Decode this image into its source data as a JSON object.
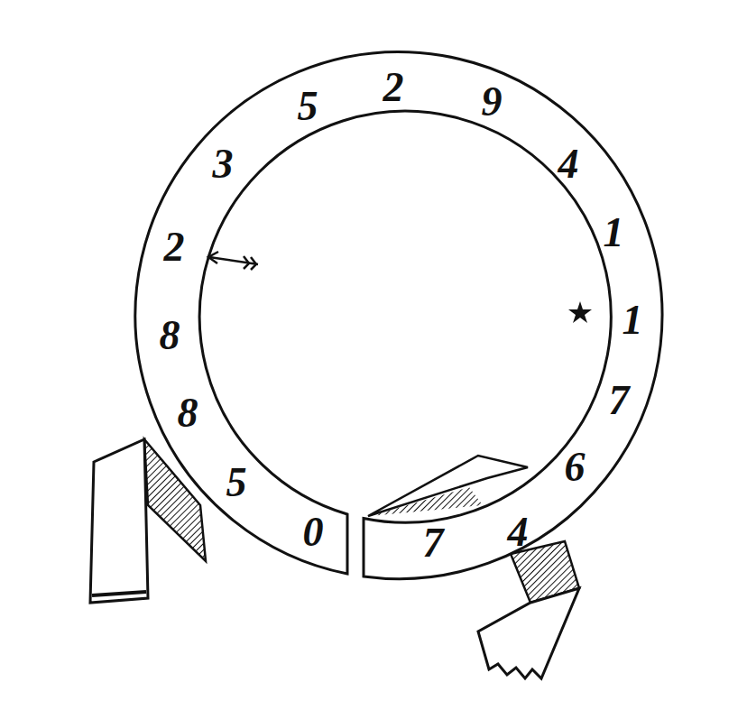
{
  "diagram": {
    "labels": [
      "0",
      "5",
      "8",
      "8",
      "2",
      "3",
      "5",
      "2",
      "9",
      "4",
      "1",
      "1",
      "7",
      "6",
      "4",
      "7"
    ]
  }
}
